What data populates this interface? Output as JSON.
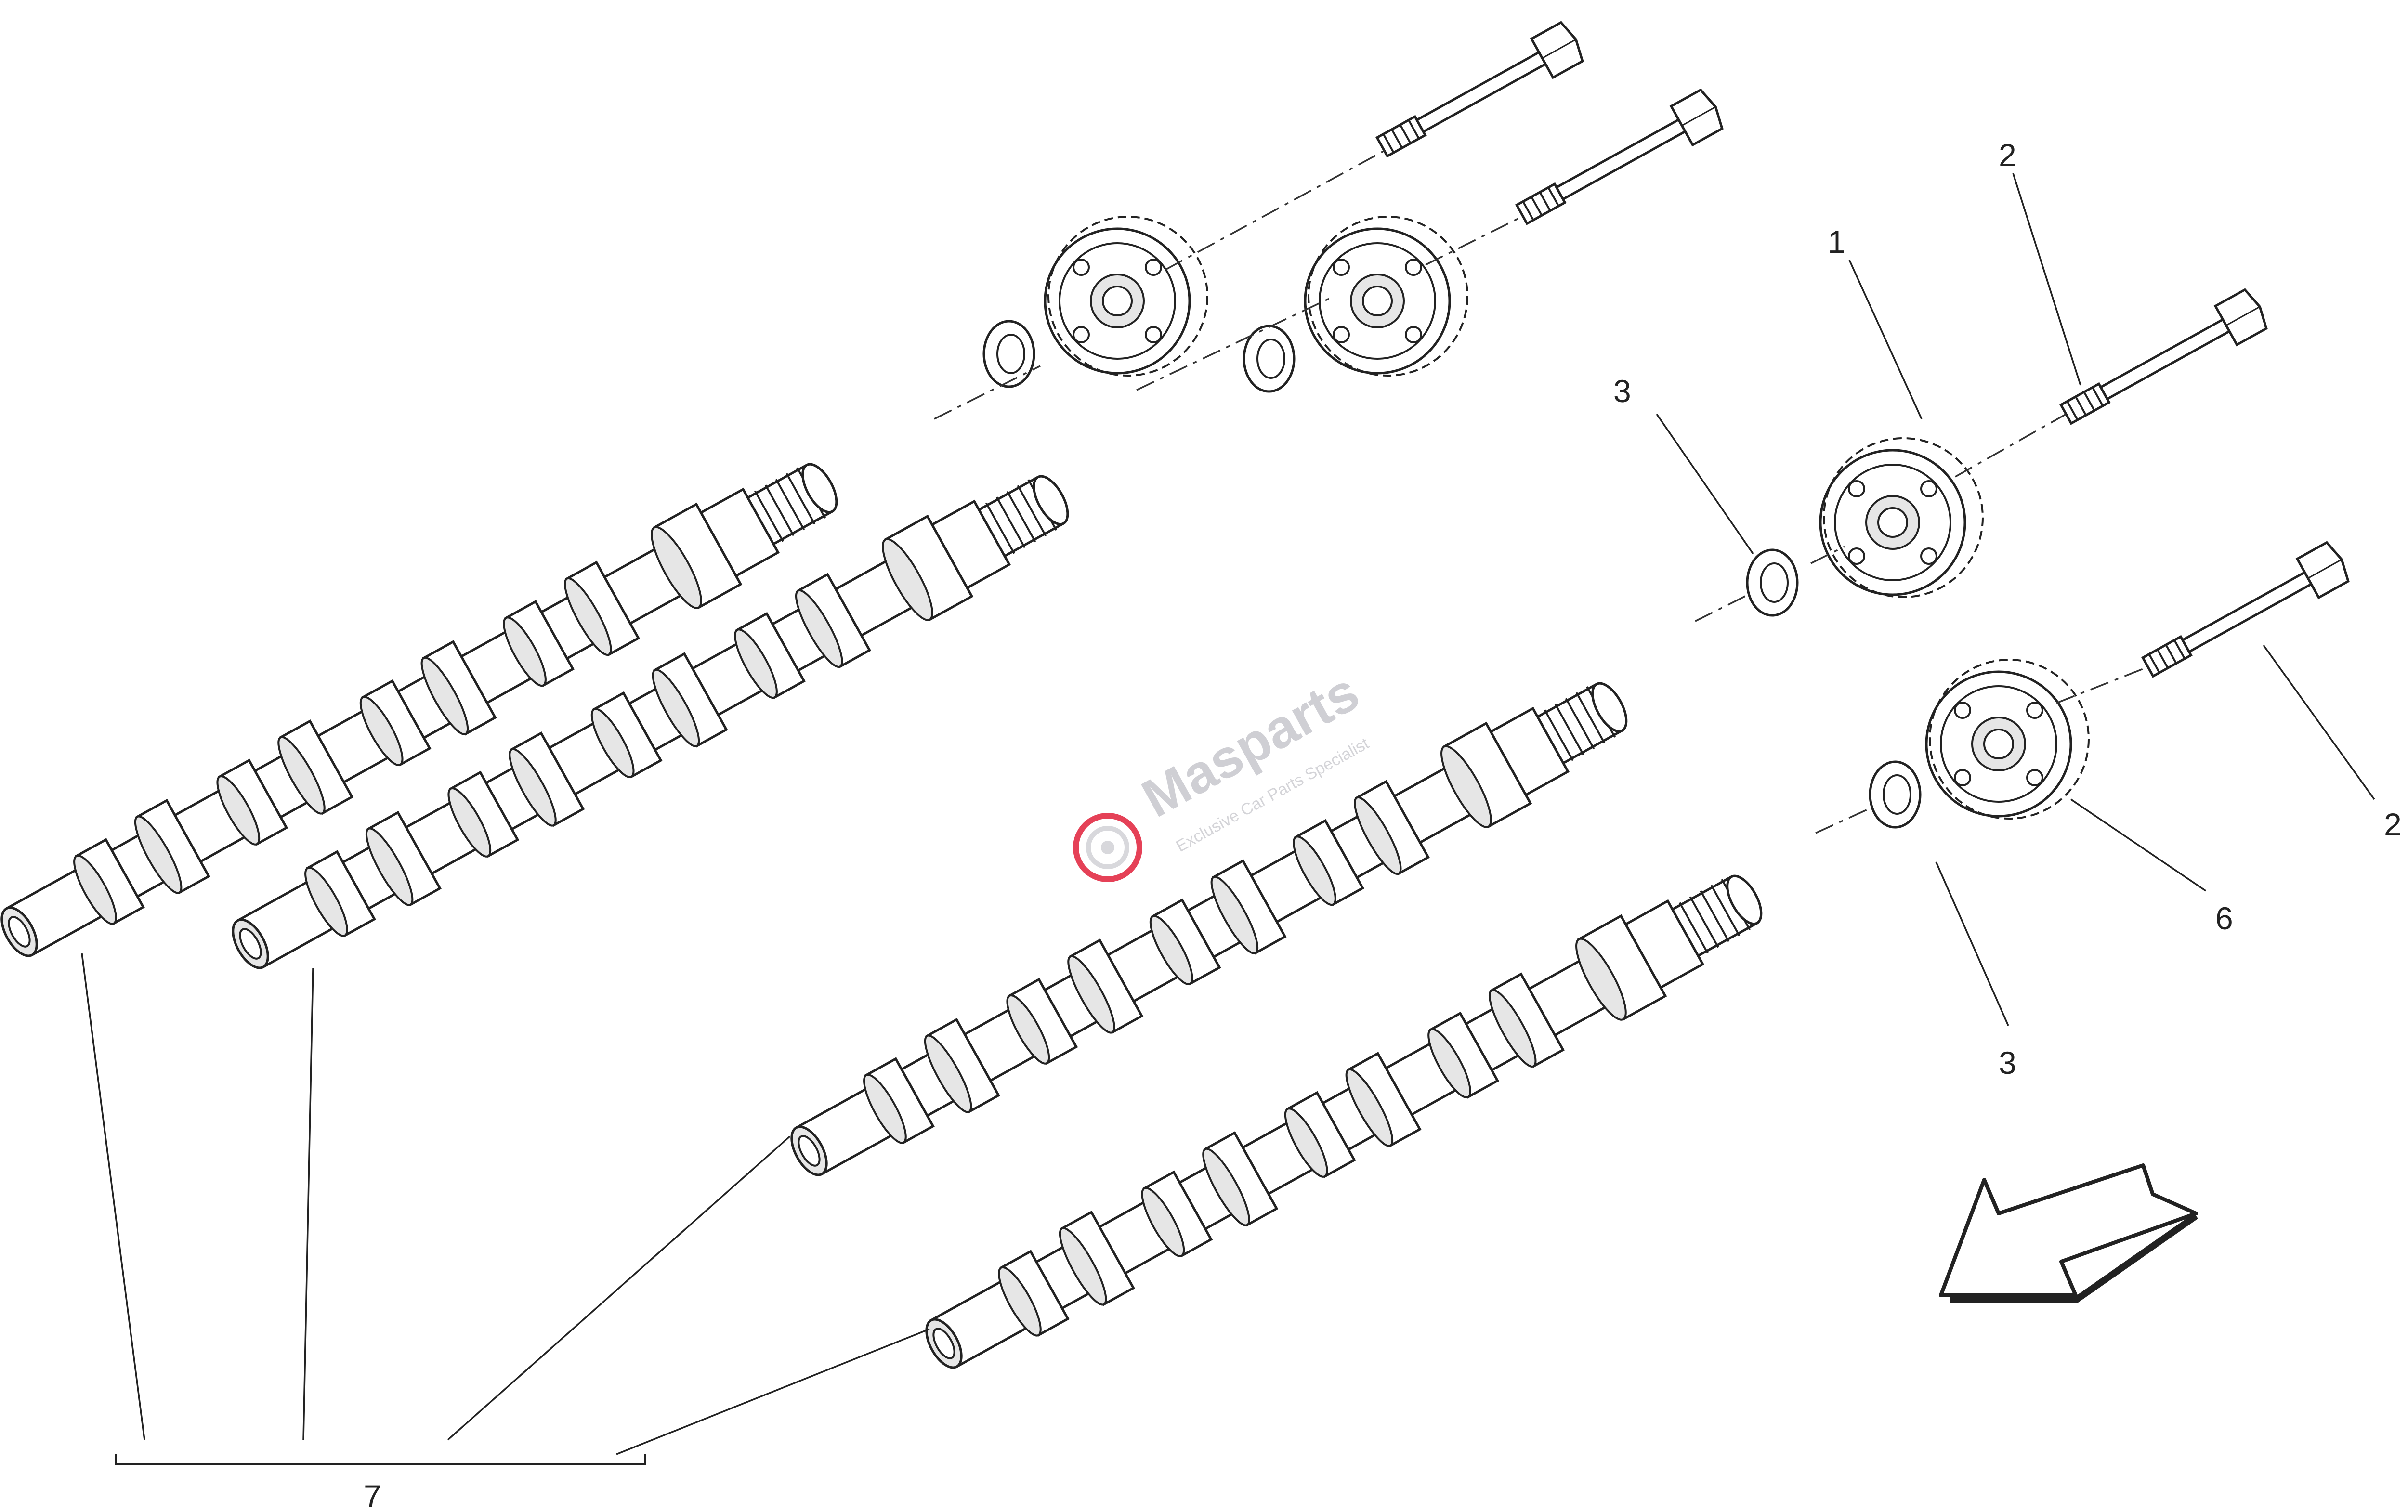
{
  "callouts": {
    "c1": "1",
    "c2a": "2",
    "c2b": "2",
    "c3a": "3",
    "c3b": "3",
    "c6": "6",
    "c7": "7"
  },
  "watermark": {
    "brand": "Masparts",
    "tagline": "Exclusive Car Parts Specialist",
    "brand_color": "#e0203a"
  },
  "colors": {
    "line": "#222222",
    "fill": "#ffffff",
    "shade": "#e6e6e6"
  }
}
